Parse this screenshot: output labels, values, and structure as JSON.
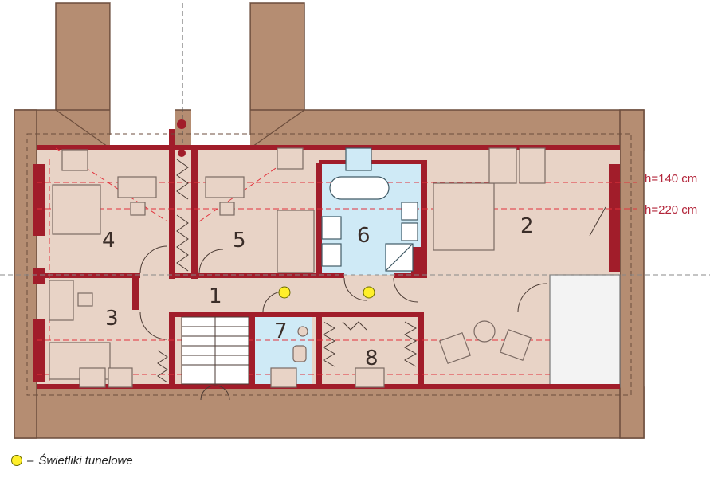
{
  "rooms": [
    {
      "number": "1"
    },
    {
      "number": "2"
    },
    {
      "number": "3"
    },
    {
      "number": "4"
    },
    {
      "number": "5"
    },
    {
      "number": "6"
    },
    {
      "number": "7"
    },
    {
      "number": "8"
    }
  ],
  "height_labels": {
    "h140": "h=140 cm",
    "h220": "h=220 cm"
  },
  "legend": {
    "dash": "–",
    "text": "Świetliki tunelowe"
  },
  "colors": {
    "roof": "#b58d72",
    "floor": "#e8d3c6",
    "wet_room": "#cfeaf6",
    "wall": "#a11d2a",
    "skylight": "#ffef2a",
    "dash_line": "#e2323c"
  }
}
